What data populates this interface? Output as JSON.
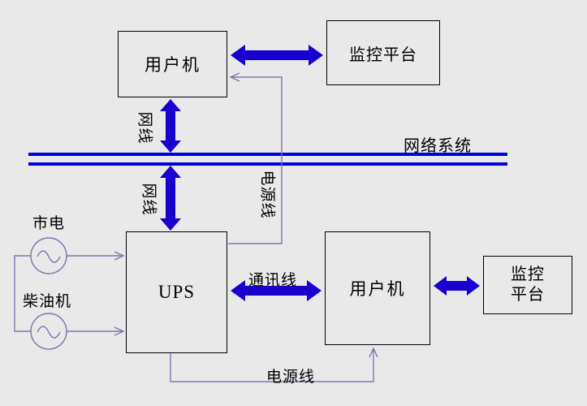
{
  "diagram": {
    "nodes": {
      "client_top": {
        "label": "用户机"
      },
      "monitor_top": {
        "label": "监控平台"
      },
      "ups": {
        "label": "UPS"
      },
      "client_right": {
        "label": "用户机"
      },
      "monitor_right": {
        "label": "监控\n平台"
      }
    },
    "sources": {
      "utility": {
        "label": "市电"
      },
      "diesel": {
        "label": "柴油机"
      }
    },
    "edges": {
      "network_cable_top": "网线",
      "network_cable_bottom": "网线",
      "network_system": "网络系统",
      "comm_line": "通讯线",
      "power_line_vertical": "电源线",
      "power_line_bottom": "电源线"
    },
    "colors": {
      "thick_arrow_blue": "#1800cf",
      "bus_blue": "#0000e0",
      "thin_line_purple": "#8672b0",
      "box_border": "#000000",
      "text": "#000000",
      "background": "#e9e9e9"
    }
  }
}
